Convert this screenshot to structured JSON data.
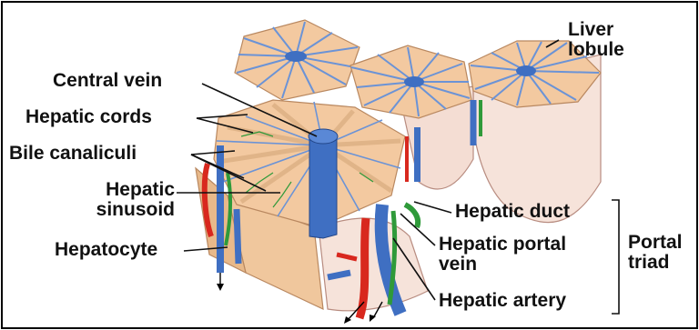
{
  "labels": {
    "liver_lobule_1": "Liver",
    "liver_lobule_2": "lobule",
    "central_vein": "Central vein",
    "hepatic_cords": "Hepatic cords",
    "bile_canaliculi": "Bile canaliculi",
    "hepatic_sinusoid_1": "Hepatic",
    "hepatic_sinusoid_2": "sinusoid",
    "hepatocyte": "Hepatocyte",
    "hepatic_duct": "Hepatic duct",
    "hepatic_portal_vein_1": "Hepatic portal",
    "hepatic_portal_vein_2": "vein",
    "hepatic_artery": "Hepatic artery",
    "portal_triad_1": "Portal",
    "portal_triad_2": "triad"
  },
  "colors": {
    "tissue": "#f3c9a0",
    "tissue_dark": "#d9a77a",
    "vein": "#3f6fc2",
    "artery": "#d8281e",
    "duct": "#2f9a3a",
    "membrane": "#f6e3da"
  }
}
